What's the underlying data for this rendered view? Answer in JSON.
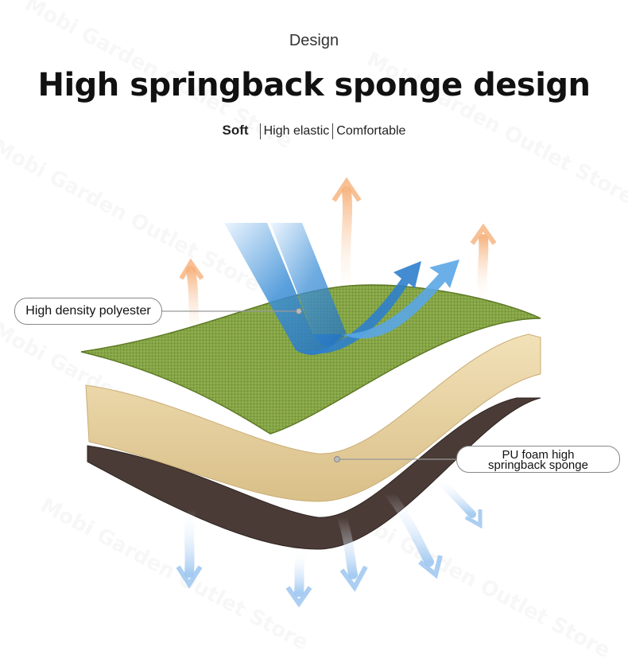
{
  "watermark": "Mobi Garden Outlet Store",
  "header": {
    "eyebrow": "Design",
    "headline": "High springback sponge design",
    "features": [
      "Soft",
      "High elastic",
      "Comfortable"
    ]
  },
  "callouts": {
    "top_layer": "High density polyester",
    "middle_layer_line1": "PU foam high",
    "middle_layer_line2": "springback sponge"
  },
  "colors": {
    "fabric": "#7a9a3a",
    "foam": "#e8d3a6",
    "base": "#4a3b36",
    "cool_arrow": "#3d8fd6",
    "warm_arrow": "#f0a060"
  }
}
